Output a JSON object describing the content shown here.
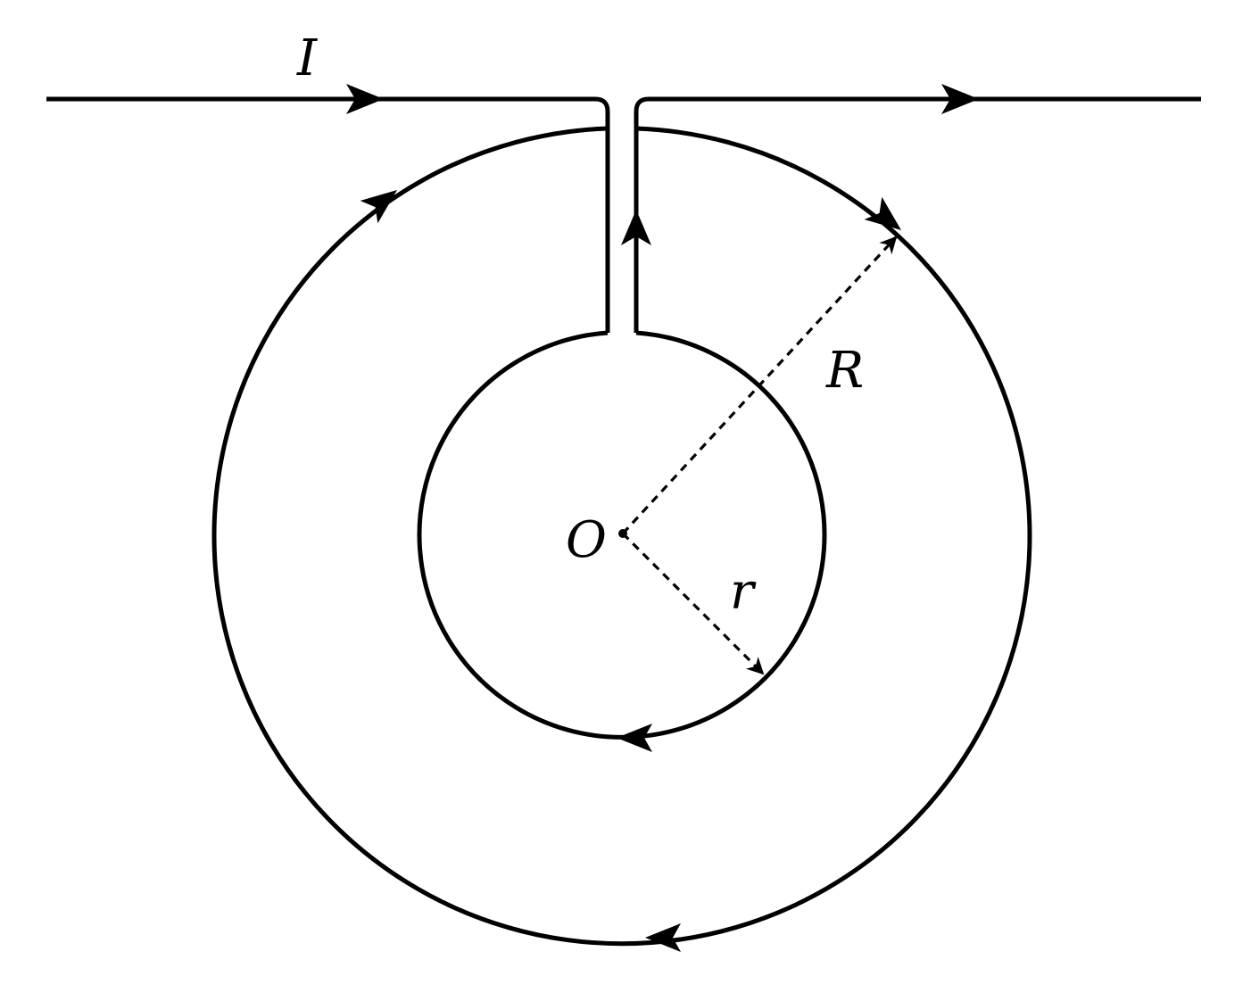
{
  "diagram": {
    "labels": {
      "current": "I",
      "outer_radius": "R",
      "inner_radius": "r",
      "center": "O"
    },
    "colors": {
      "stroke": "#000000",
      "background": "#ffffff"
    }
  }
}
